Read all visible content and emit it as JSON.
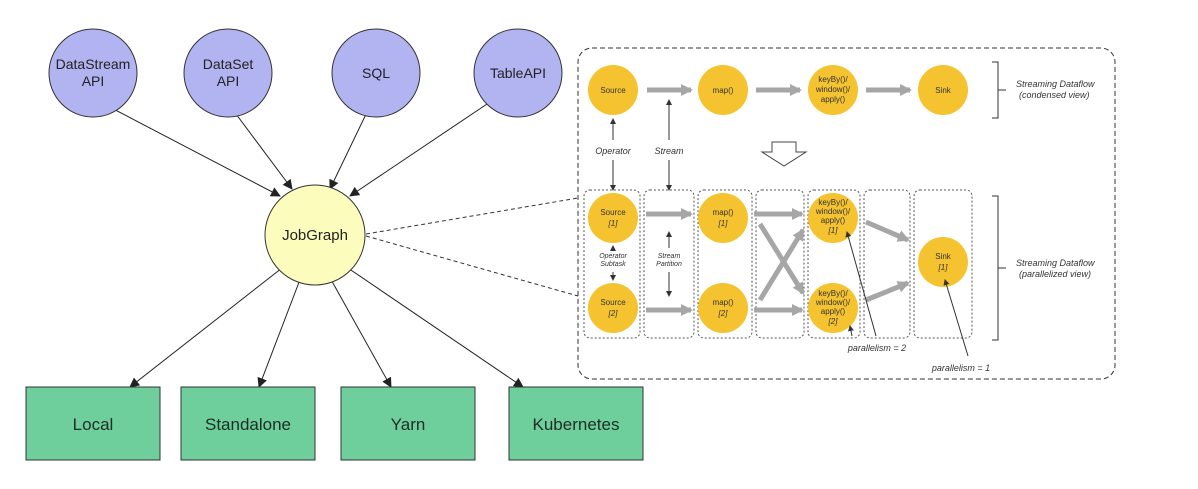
{
  "api_nodes": [
    {
      "lines": [
        "DataStream",
        "API"
      ]
    },
    {
      "lines": [
        "DataSet",
        "API"
      ]
    },
    {
      "lines": [
        "SQL"
      ]
    },
    {
      "lines": [
        "TableAPI"
      ]
    }
  ],
  "job_graph": {
    "label": "JobGraph"
  },
  "targets": [
    "Local",
    "Standalone",
    "Yarn",
    "Kubernetes"
  ],
  "dataflow": {
    "condensed": {
      "operators": [
        {
          "lines": [
            "Source"
          ]
        },
        {
          "lines": [
            "map()"
          ]
        },
        {
          "lines": [
            "keyBy()/",
            "window()/",
            "apply()"
          ]
        },
        {
          "lines": [
            "Sink"
          ]
        }
      ],
      "caption": [
        "Streaming Dataflow",
        "(condensed view)"
      ]
    },
    "labels": {
      "operator": "Operator",
      "stream": "Stream"
    },
    "parallel": {
      "source1": {
        "lines": [
          "Source"
        ],
        "sub": "[1]"
      },
      "source2": {
        "lines": [
          "Source"
        ],
        "sub": "[2]"
      },
      "map1": {
        "lines": [
          "map()"
        ],
        "sub": "[1]"
      },
      "map2": {
        "lines": [
          "map()"
        ],
        "sub": "[2]"
      },
      "agg1": {
        "lines": [
          "keyBy()/",
          "window()/",
          "apply()"
        ],
        "sub": "[1]"
      },
      "agg2": {
        "lines": [
          "keyBy()/",
          "window()/",
          "apply()"
        ],
        "sub": "[2]"
      },
      "sink1": {
        "lines": [
          "Sink"
        ],
        "sub": "[1]"
      },
      "operator_subtask": [
        "Operator",
        "Subtask"
      ],
      "stream_partition": [
        "Stream",
        "Partition"
      ],
      "parallelism_2": "parallelism = 2",
      "parallelism_1": "parallelism = 1",
      "caption": [
        "Streaming Dataflow",
        "(parallelized view)"
      ]
    }
  },
  "colors": {
    "api_fill": "#b2b3f1",
    "job_fill": "#fcfcbd",
    "target_fill": "#6ecf9c",
    "operator_fill": "#f5c330",
    "arrow_gray": "#a6a6a6"
  }
}
